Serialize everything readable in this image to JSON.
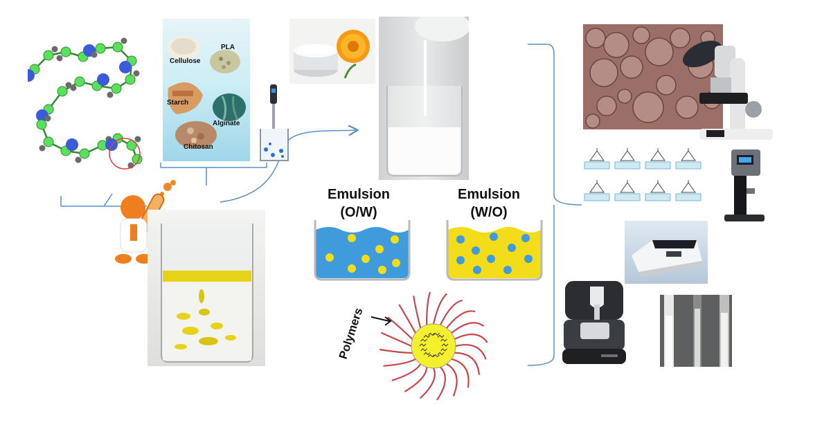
{
  "biopolymer_photo": {
    "labels": [
      "Cellulose",
      "PLA",
      "Starch",
      "Alginate",
      "Chitosan"
    ]
  },
  "emulsions": {
    "ow": {
      "title": "Emulsion",
      "type": "(O/W)"
    },
    "wo": {
      "title": "Emulsion",
      "type": "(W/O)"
    }
  },
  "micelle": {
    "label": "Polymers"
  },
  "colors": {
    "chain_green": "#5be05b",
    "chain_blue": "#3b5bd9",
    "water_blue": "#3f9bdc",
    "oil_yellow": "#f3dc1a",
    "polymer_red": "#c8454b",
    "connector": "#5b8ec9"
  }
}
